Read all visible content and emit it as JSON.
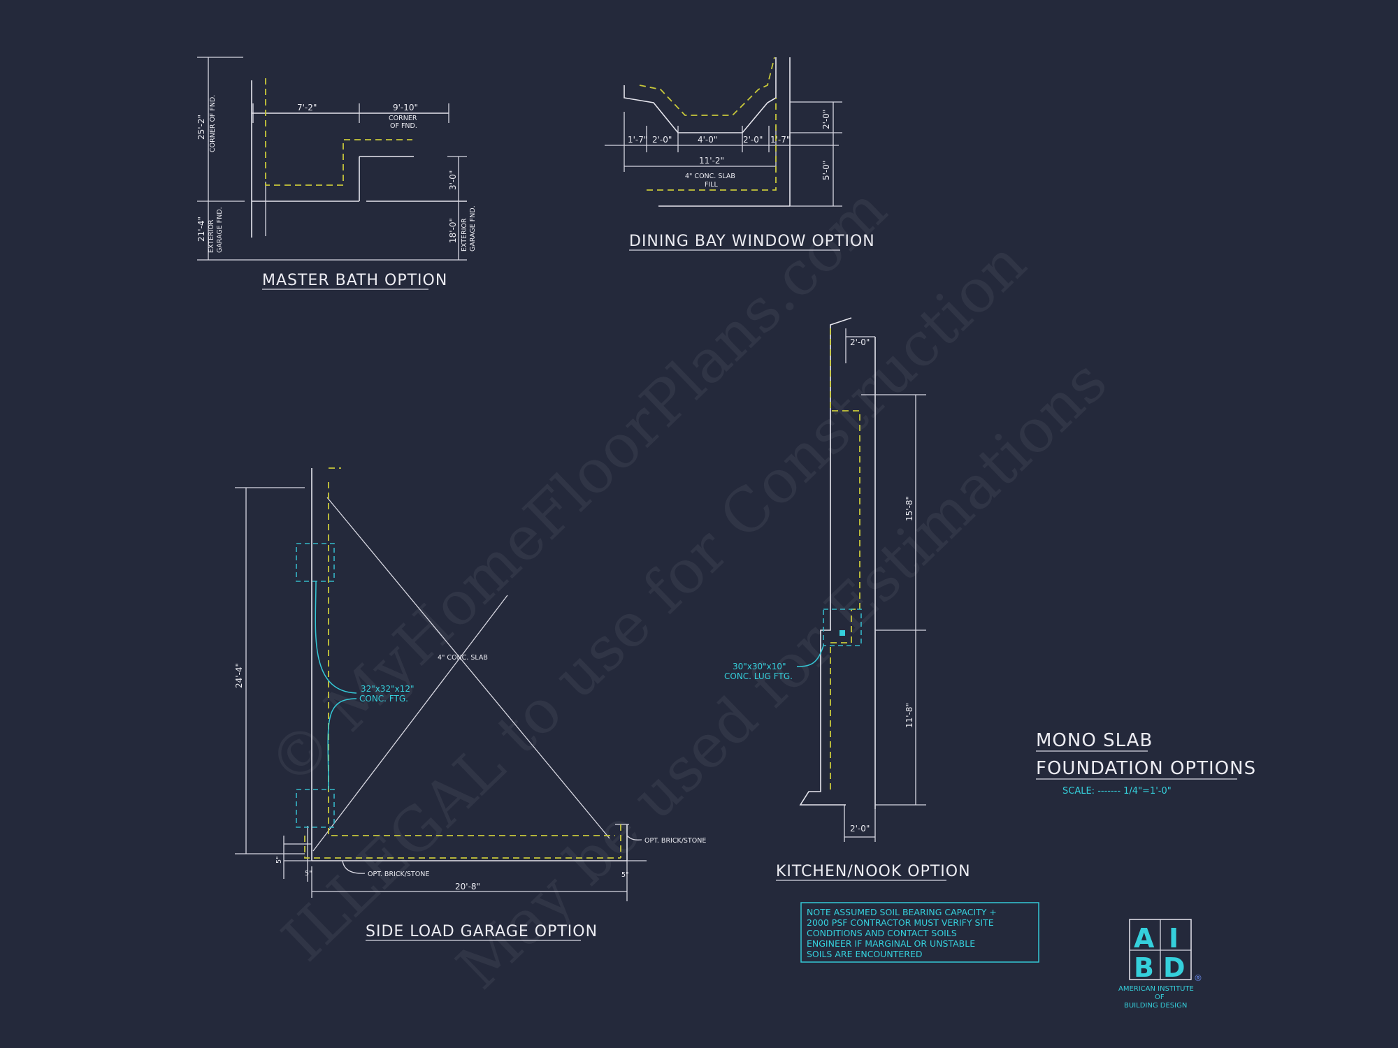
{
  "watermark": {
    "line1": "© MyHomeFloorPlans.com",
    "line2": "ILLEGAL to use for Construction",
    "line3": "May be used for Estimations"
  },
  "master_bath": {
    "title": "MASTER BATH OPTION",
    "dim_width_top": "7'-2\"",
    "dim_corner": "9'-10\"",
    "corner_label_1": "CORNER",
    "corner_label_2": "OF FND.",
    "dim_left_top": "25'-2\"",
    "left_top_label": "CORNER OF FND.",
    "dim_left_bottom": "21'-4\"",
    "left_bottom_label_1": "EXTERIOR",
    "left_bottom_label_2": "GARAGE FND.",
    "dim_right_top": "3'-0\"",
    "dim_right_bottom": "18'-0\"",
    "right_bottom_label_1": "EXTERIOR",
    "right_bottom_label_2": "GARAGE FND."
  },
  "dining_bay": {
    "title": "DINING BAY WINDOW OPTION",
    "d1": "1'-7\"",
    "d2": "2'-0\"",
    "d3": "4'-0\"",
    "d4": "2'-0\"",
    "d5": "1'-7\"",
    "total": "11'-2\"",
    "slab_1": "4\" CONC. SLAB",
    "slab_2": "FILL",
    "right_top": "2'-0\"",
    "right_bottom": "5'-0\""
  },
  "side_load_garage": {
    "title": "SIDE LOAD GARAGE OPTION",
    "slab": "4\" CONC. SLAB",
    "footing_1": "32\"x32\"x12\"",
    "footing_2": "CONC. FTG.",
    "height": "24'-4\"",
    "width": "20'-8\"",
    "brick_right": "OPT. BRICK/STONE",
    "brick_bottom": "OPT. BRICK/STONE",
    "small_left": "5\"",
    "small_mid": "5\"",
    "small_right": "5\""
  },
  "kitchen_nook": {
    "title": "KITCHEN/NOOK OPTION",
    "top_dim": "2'-0\"",
    "bottom_dim": "2'-0\"",
    "upper_height": "15'-8\"",
    "lower_height": "11'-8\"",
    "lug_1": "30\"x30\"x10\"",
    "lug_2": "CONC. LUG FTG."
  },
  "sheet": {
    "title_1": "MONO SLAB",
    "title_2": "FOUNDATION OPTIONS",
    "scale": "SCALE: ------- 1/4\"=1'-0\"",
    "note_1": "NOTE ASSUMED SOIL BEARING CAPACITY +",
    "note_2": "2000 PSF CONTRACTOR MUST VERIFY SITE",
    "note_3": "CONDITIONS AND CONTACT SOILS",
    "note_4": "ENGINEER IF MARGINAL OR UNSTABLE",
    "note_5": "SOILS ARE ENCOUNTERED"
  },
  "logo": {
    "letter_a": "A",
    "letter_i": "I",
    "letter_b": "B",
    "letter_d": "D",
    "reg": "®",
    "line1": "AMERICAN INSTITUTE",
    "line2": "OF",
    "line3": "BUILDING DESIGN"
  },
  "colors": {
    "background": "#24293b",
    "lines": "#e6e6ee",
    "hidden_lines": "#c8c83a",
    "footings": "#35b7c8"
  }
}
